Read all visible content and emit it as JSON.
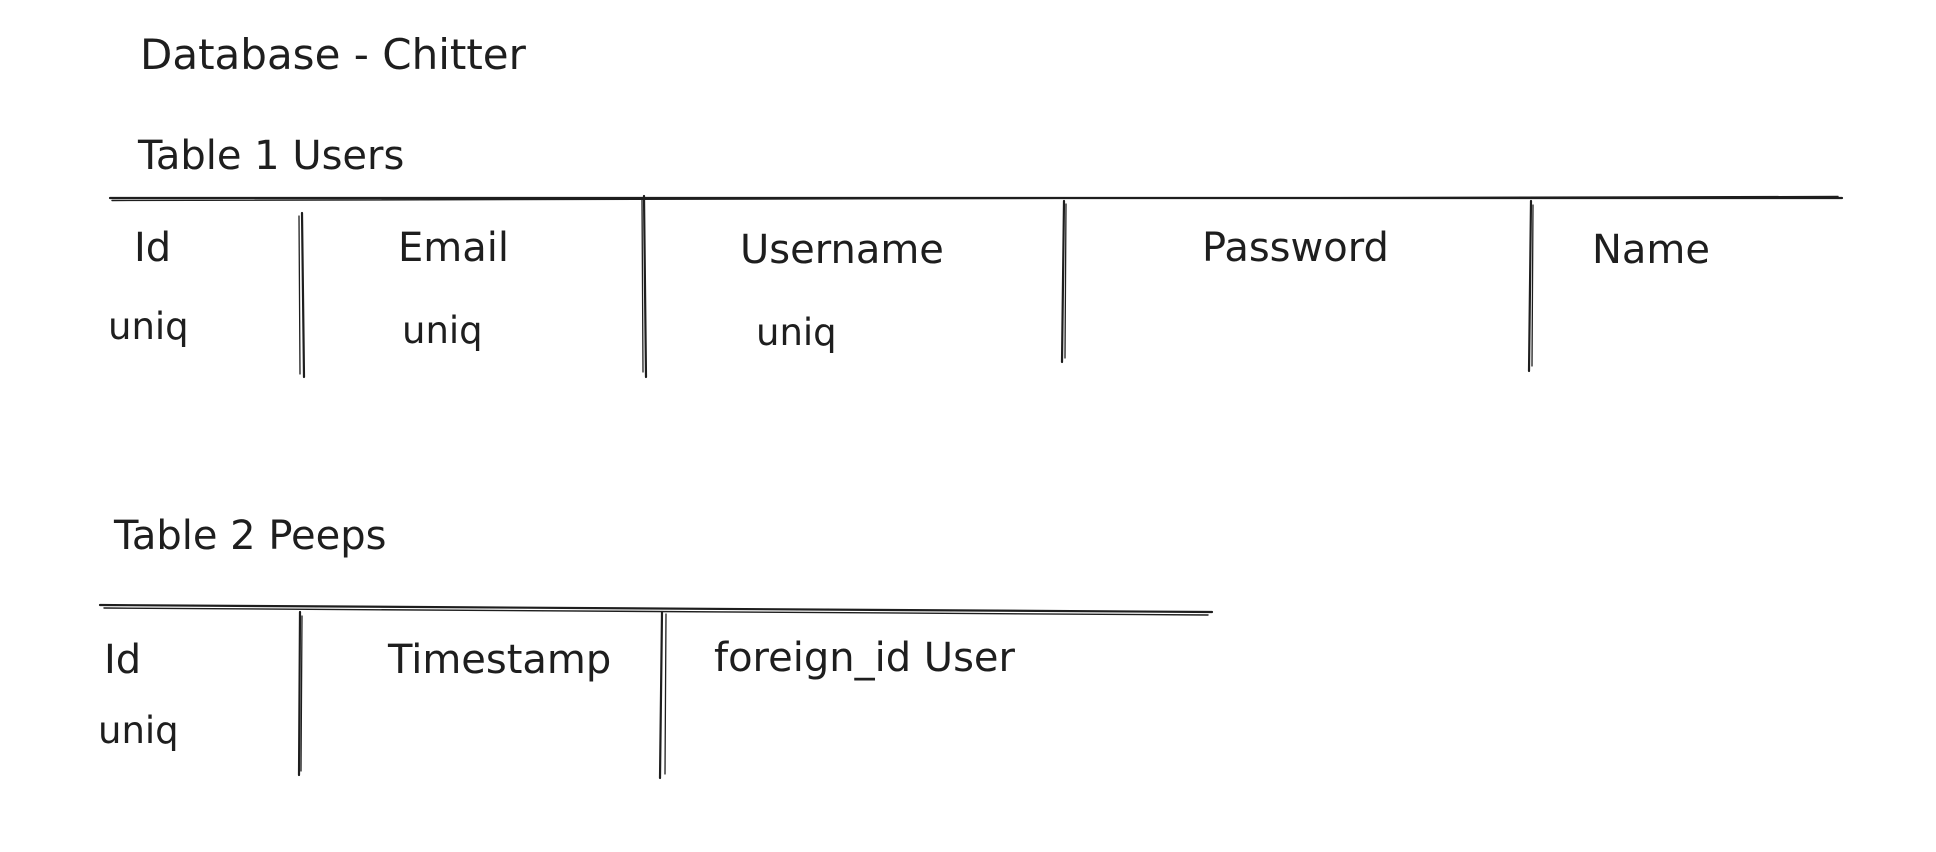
{
  "diagram": {
    "title": "Database - Chitter",
    "tables": [
      {
        "heading": "Table 1 Users",
        "columns": [
          {
            "name": "Id",
            "note": "uniq"
          },
          {
            "name": "Email",
            "note": "uniq"
          },
          {
            "name": "Username",
            "note": "uniq"
          },
          {
            "name": "Password",
            "note": ""
          },
          {
            "name": "Name",
            "note": ""
          }
        ]
      },
      {
        "heading": "Table 2 Peeps",
        "columns": [
          {
            "name": "Id",
            "note": "uniq"
          },
          {
            "name": "Timestamp",
            "note": ""
          },
          {
            "name": "foreign_id User",
            "note": ""
          }
        ]
      }
    ]
  },
  "colors": {
    "ink": "#1e1e1e",
    "background": "#ffffff"
  }
}
